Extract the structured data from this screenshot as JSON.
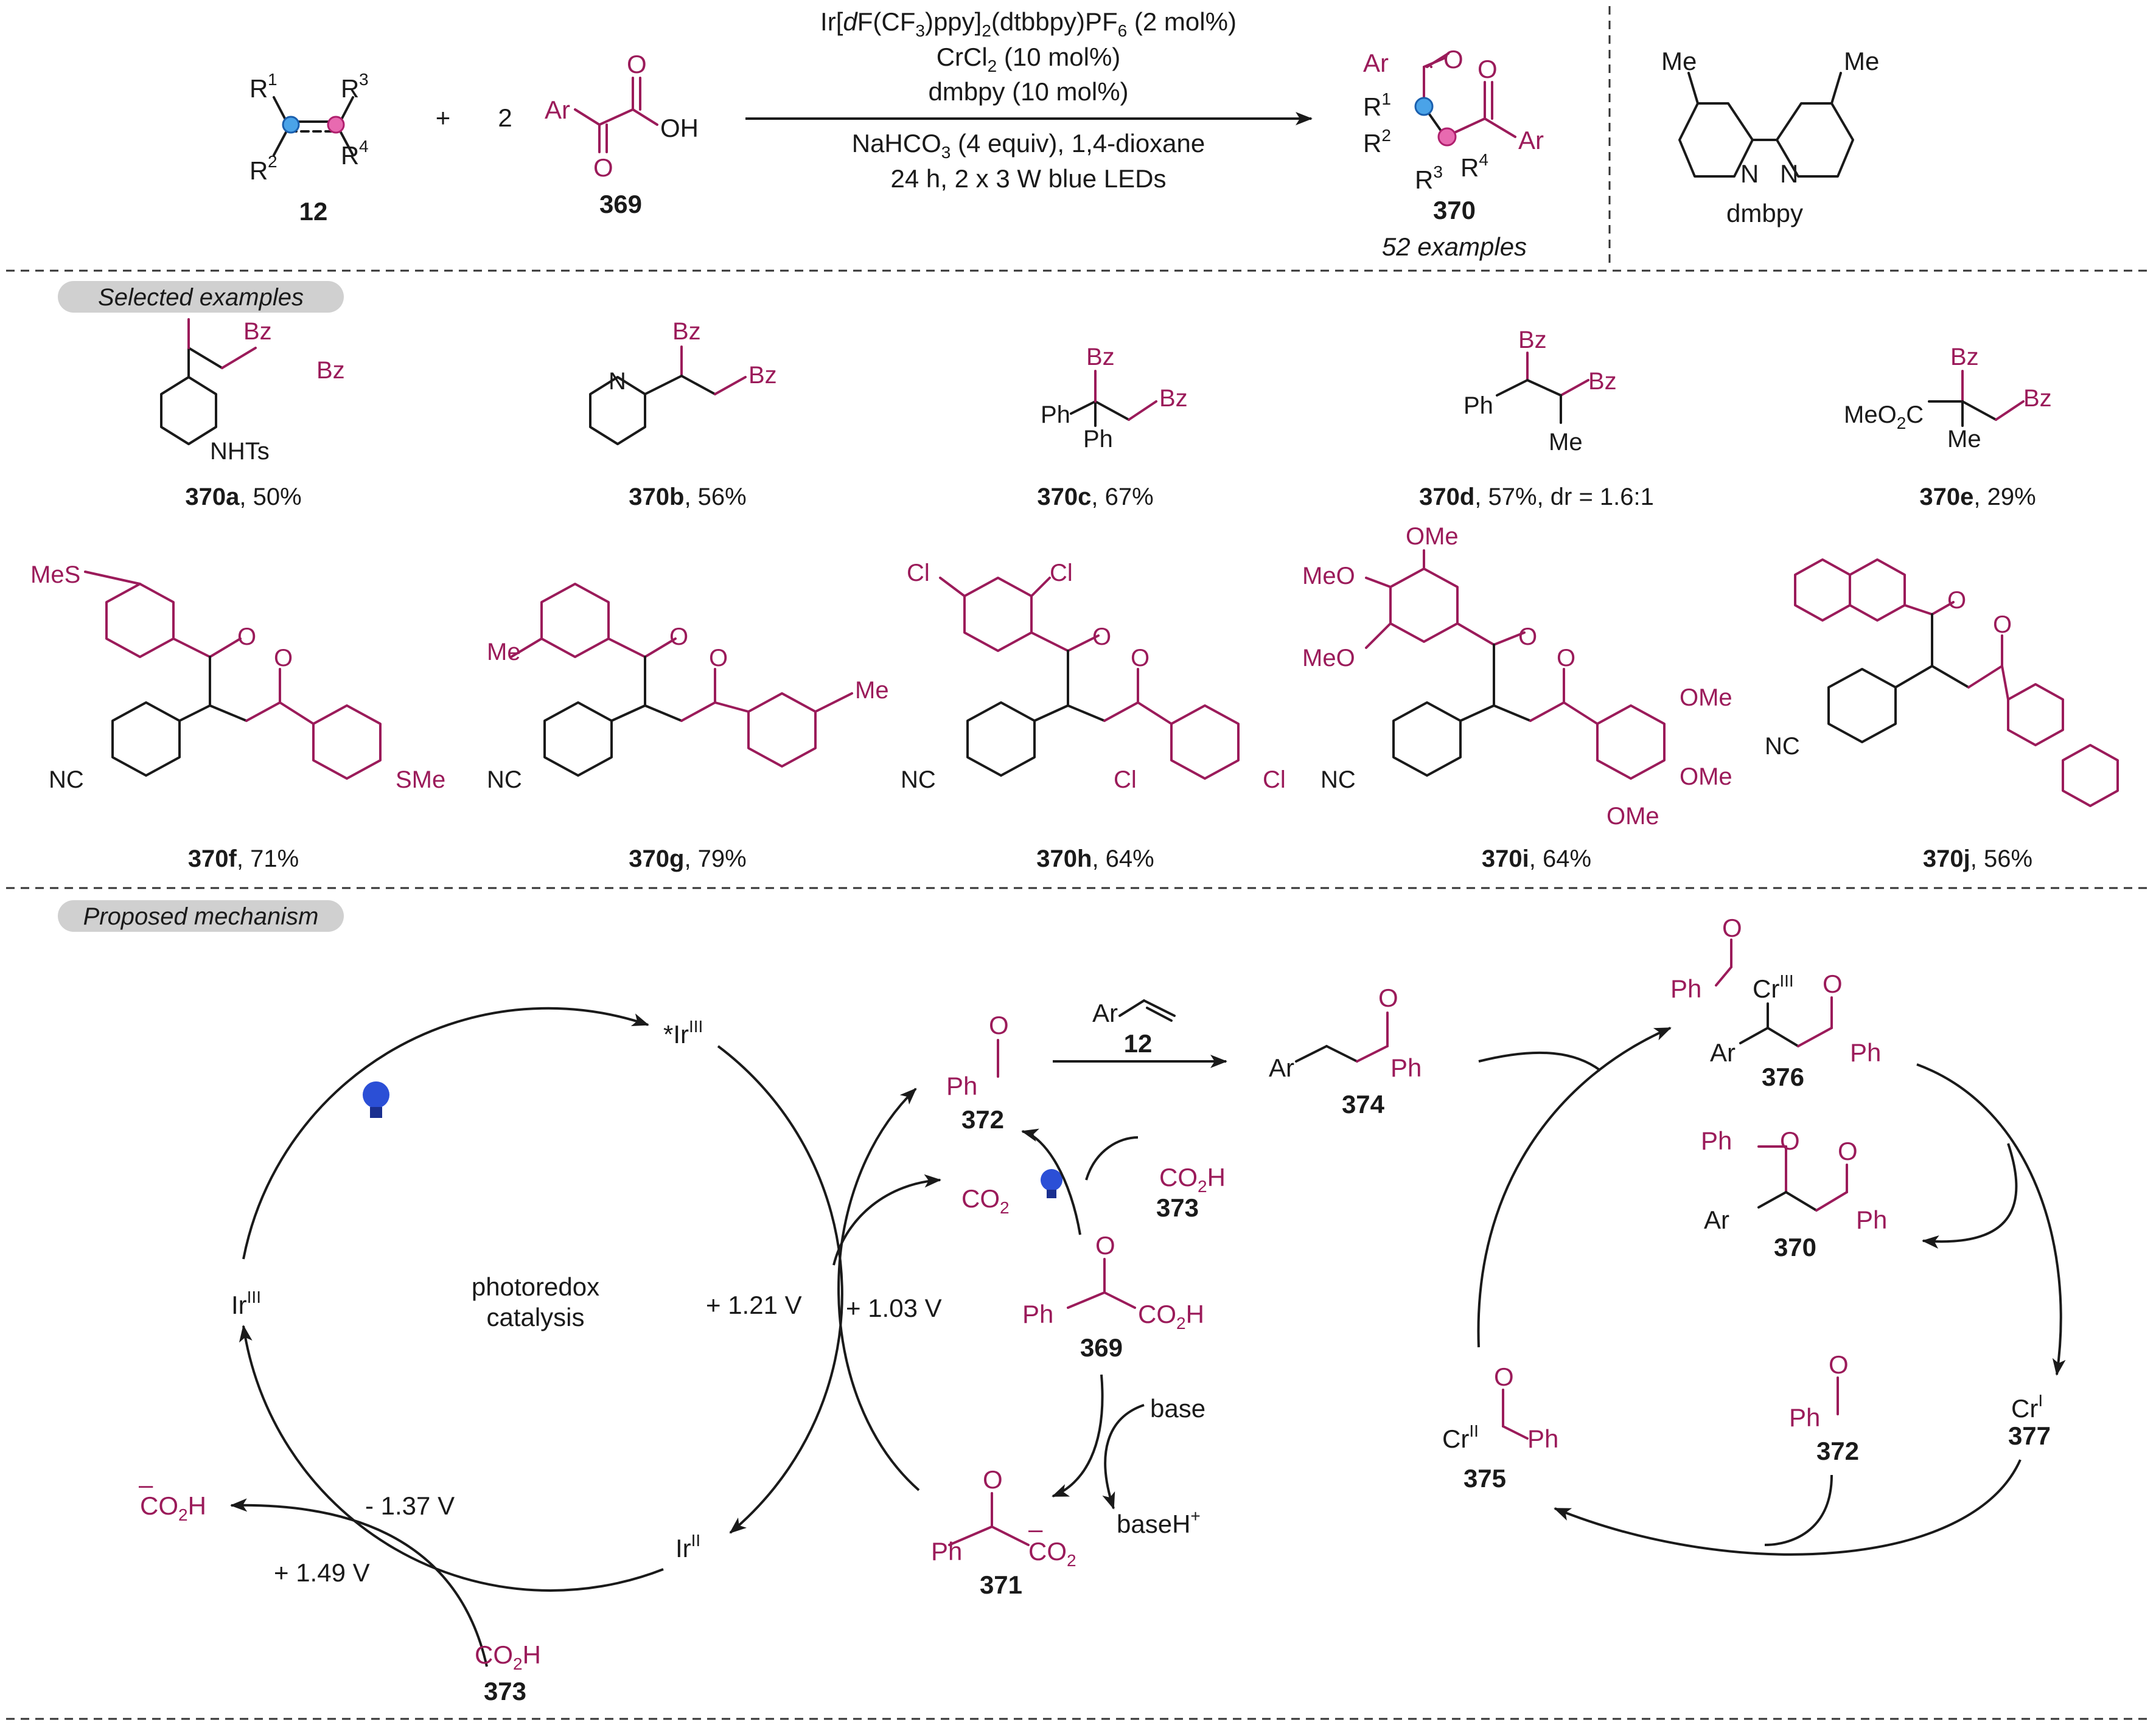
{
  "scheme": {
    "reactant_alkene": {
      "r1": "R",
      "r1_sup": "1",
      "r2": "R",
      "r2_sup": "2",
      "r3": "R",
      "r3_sup": "3",
      "r4": "R",
      "r4_sup": "4",
      "id": "12"
    },
    "plus": "+",
    "equiv": "2",
    "reagent_acid": {
      "ar": "Ar",
      "oh": "OH",
      "o1": "O",
      "o2": "O",
      "id": "369"
    },
    "conditions": {
      "l1_a": "Ir[",
      "l1_d": "d",
      "l1_b": "F(CF",
      "l1_s1": "3",
      "l1_c": ")ppy]",
      "l1_s2": "2",
      "l1_e": "(dtbbpy)PF",
      "l1_s3": "6",
      "l1_f": " (2 mol%)",
      "l2_a": "CrCl",
      "l2_s": "2",
      "l2_b": " (10 mol%)",
      "l3": "dmbpy (10 mol%)",
      "l4_a": "NaHCO",
      "l4_s": "3",
      "l4_b": " (4 equiv), 1,4-dioxane",
      "l5": "24 h, 2 x 3 W blue LEDs"
    },
    "product": {
      "ar1": "Ar",
      "o1": "O",
      "o2": "O",
      "ar2": "Ar",
      "id": "370",
      "note": "52 examples"
    },
    "ligand": {
      "me1": "Me",
      "me2": "Me",
      "n1": "N",
      "n2": "N",
      "name": "dmbpy"
    }
  },
  "sections": {
    "selected": "Selected examples",
    "mechanism": "Proposed mechanism"
  },
  "examples_row1": [
    {
      "id": "370a",
      "yield": ", 50%",
      "labels": {
        "bz1": "Bz",
        "bz2": "Bz",
        "sub": "NHTs"
      }
    },
    {
      "id": "370b",
      "yield": ", 56%",
      "labels": {
        "bz1": "Bz",
        "bz2": "Bz",
        "n": "N"
      }
    },
    {
      "id": "370c",
      "yield": ", 67%",
      "labels": {
        "bz1": "Bz",
        "bz2": "Bz",
        "ph1": "Ph",
        "ph2": "Ph"
      }
    },
    {
      "id": "370d",
      "yield": ", 57%, dr = 1.6:1",
      "labels": {
        "bz1": "Bz",
        "bz2": "Bz",
        "ph": "Ph",
        "me": "Me"
      }
    },
    {
      "id": "370e",
      "yield": ", 29%",
      "labels": {
        "bz1": "Bz",
        "bz2": "Bz",
        "meo": "MeO",
        "meo_sub": "2",
        "c": "C",
        "me": "Me"
      }
    }
  ],
  "examples_row2": [
    {
      "id": "370f",
      "yield": ", 71%",
      "labels": {
        "s1": "MeS",
        "s2": "SMe",
        "nc": "NC",
        "o1": "O",
        "o2": "O"
      }
    },
    {
      "id": "370g",
      "yield": ", 79%",
      "labels": {
        "s1": "Me",
        "s2": "Me",
        "nc": "NC",
        "o1": "O",
        "o2": "O"
      }
    },
    {
      "id": "370h",
      "yield": ", 64%",
      "labels": {
        "cl1": "Cl",
        "cl2": "Cl",
        "cl3": "Cl",
        "cl4": "Cl",
        "nc": "NC",
        "o1": "O",
        "o2": "O"
      }
    },
    {
      "id": "370i",
      "yield": ", 64%",
      "labels": {
        "ome1": "OMe",
        "ome2": "MeO",
        "ome3": "MeO",
        "ome4": "OMe",
        "ome5": "OMe",
        "ome6": "OMe",
        "nc": "NC",
        "o1": "O",
        "o2": "O"
      }
    },
    {
      "id": "370j",
      "yield": ", 56%",
      "labels": {
        "nc": "NC",
        "o1": "O",
        "o2": "O"
      }
    }
  ],
  "mechanism": {
    "ir_excited_a": "*Ir",
    "ir_excited_sup": "III",
    "ir3_a": "Ir",
    "ir3_sup": "III",
    "ir2_a": "Ir",
    "ir2_sup": "II",
    "cycle_label_1": "photoredox",
    "cycle_label_2": "catalysis",
    "pot1": "+ 1.21 V",
    "pot2": "+ 1.03 V",
    "pot3": "- 1.37 V",
    "pot4": "+ 1.49 V",
    "co2h_anion_a": "CO",
    "co2h_anion_s": "2",
    "co2h_anion_b": "H",
    "minus": "–",
    "rad373_a": "CO",
    "rad373_s": "2",
    "rad373_b": "H",
    "id373": "373",
    "co2_a": "CO",
    "co2_s": "2",
    "acyl372": {
      "ph": "Ph",
      "o": "O",
      "id": "372"
    },
    "alkene": {
      "ar": "Ar",
      "id": "12"
    },
    "rad374": {
      "ar": "Ar",
      "o": "O",
      "ph": "Ph",
      "id": "374"
    },
    "acid369": {
      "ph": "Ph",
      "o": "O",
      "co2h_a": "CO",
      "co2h_s": "2",
      "co2h_b": "H",
      "id": "369"
    },
    "base": "base",
    "baseh_a": "baseH",
    "baseh_sup": "+",
    "anion371": {
      "ph": "Ph",
      "o": "O",
      "co2_a": "CO",
      "co2_s": "2",
      "minus": "–",
      "id": "371"
    },
    "cr376": {
      "ph1": "Ph",
      "o1": "O",
      "cr": "Cr",
      "cr_sup": "III",
      "o2": "O",
      "ar": "Ar",
      "ph2": "Ph",
      "id": "376"
    },
    "prod370": {
      "ph1": "Ph",
      "o1": "O",
      "o2": "O",
      "ar": "Ar",
      "ph2": "Ph",
      "id": "370"
    },
    "cr377": {
      "cr": "Cr",
      "sup": "I",
      "id": "377"
    },
    "cr375": {
      "cr": "Cr",
      "sup": "II",
      "o": "O",
      "ph": "Ph",
      "id": "375"
    },
    "acyl372b": {
      "ph": "Ph",
      "o": "O",
      "id": "372"
    }
  },
  "colors": {
    "accent": "#9b1b5a",
    "blue": "#2a64d8",
    "pink": "#e0409a",
    "bulb": "#2b4fd6"
  }
}
